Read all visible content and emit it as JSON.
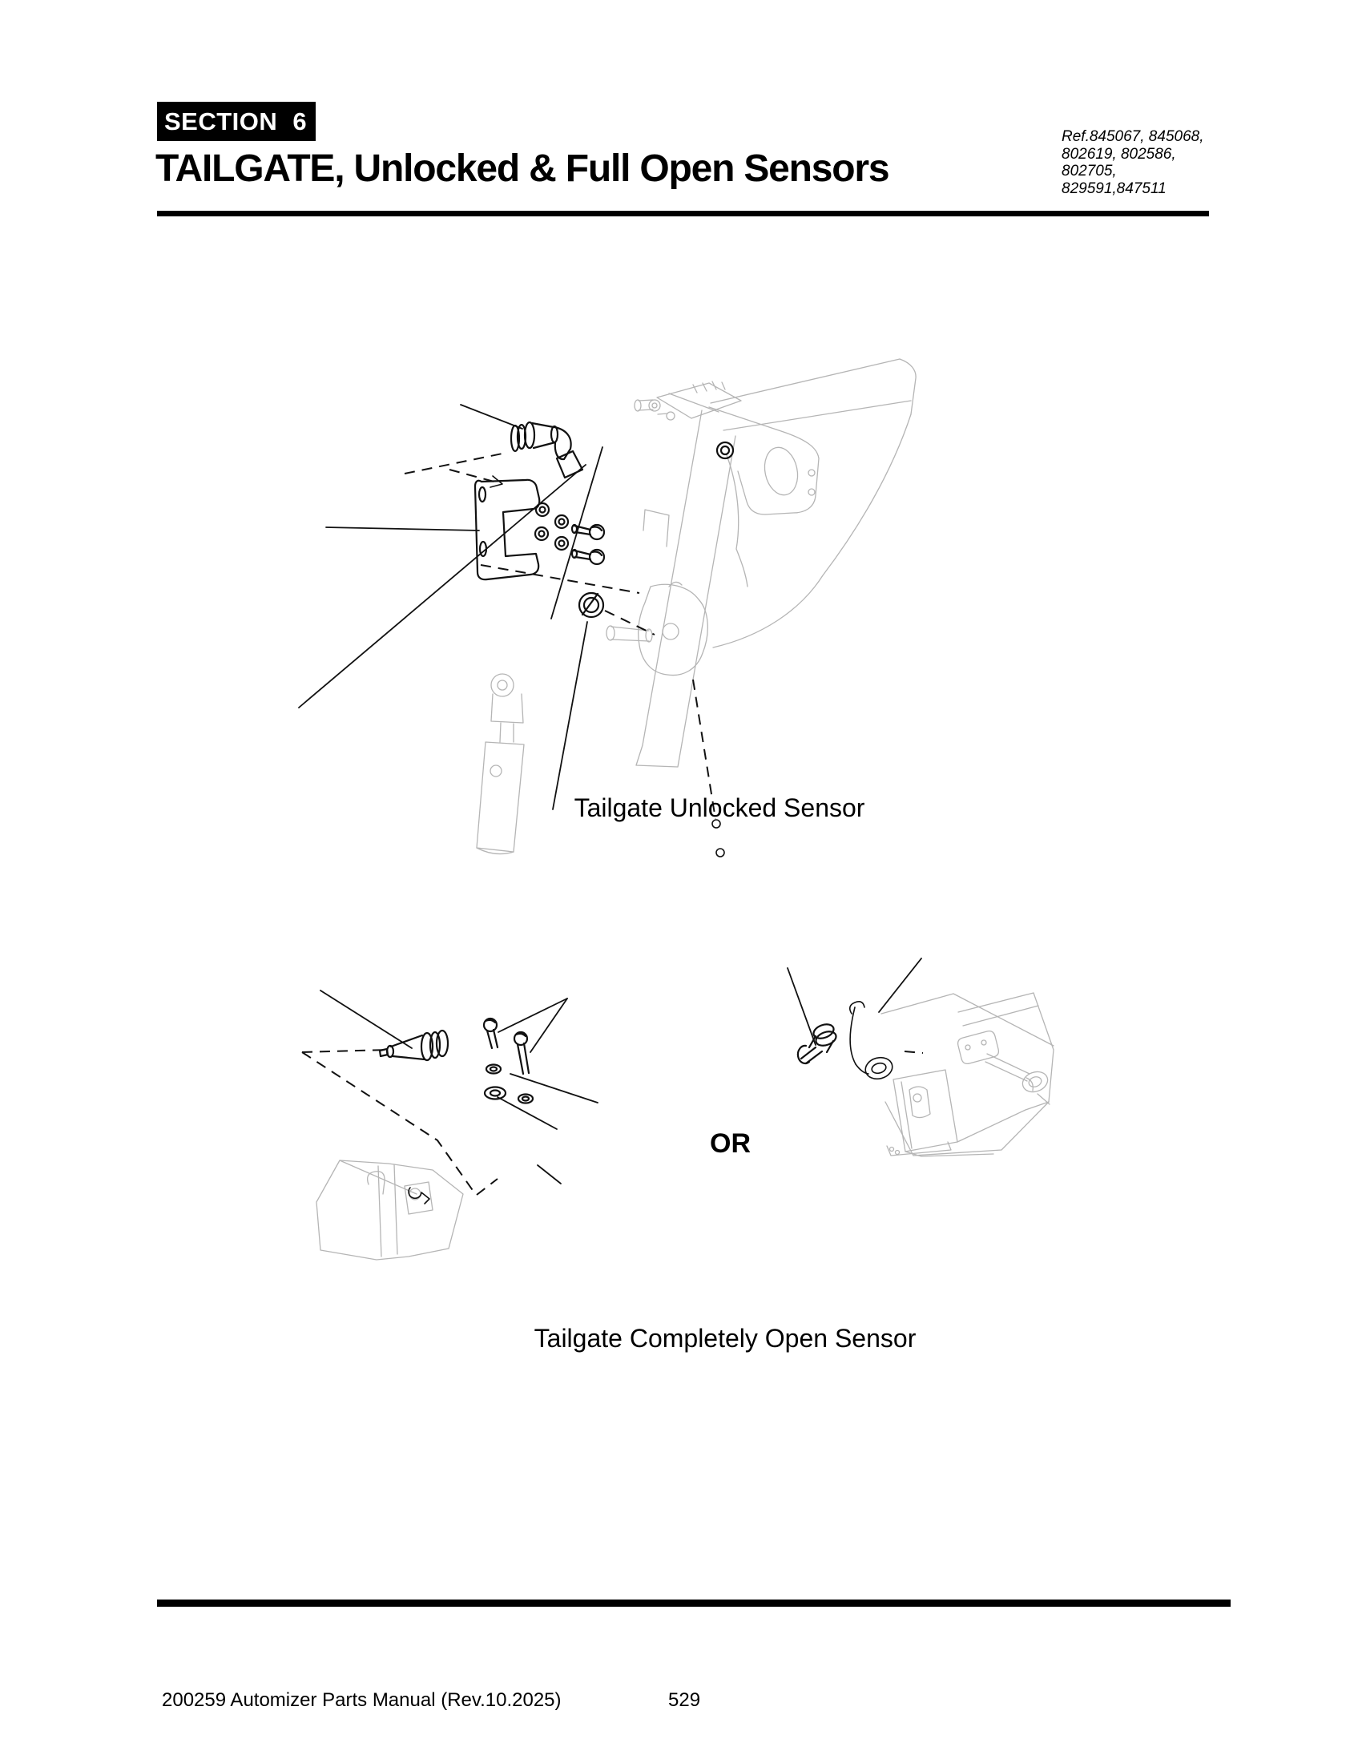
{
  "header": {
    "section_label": "SECTION 6",
    "title": "TAILGATE, Unlocked & Full Open Sensors",
    "ref_lines": [
      "Ref.845067, 845068,",
      "802619, 802586,",
      "802705,",
      "829591,847511"
    ]
  },
  "figures": {
    "unlocked_caption": "Tailgate Unlocked Sensor",
    "or_label": "OR",
    "open_caption": "Tailgate Completely Open Sensor"
  },
  "footer": {
    "left_text": "200259 Automizer Parts Manual (Rev.10.2025)",
    "page_number": "529"
  },
  "colors": {
    "ink": "#000000",
    "paper": "#ffffff",
    "light_line": "#b5b5b5",
    "header_box_bg": "#000000",
    "header_box_text": "#ffffff"
  }
}
